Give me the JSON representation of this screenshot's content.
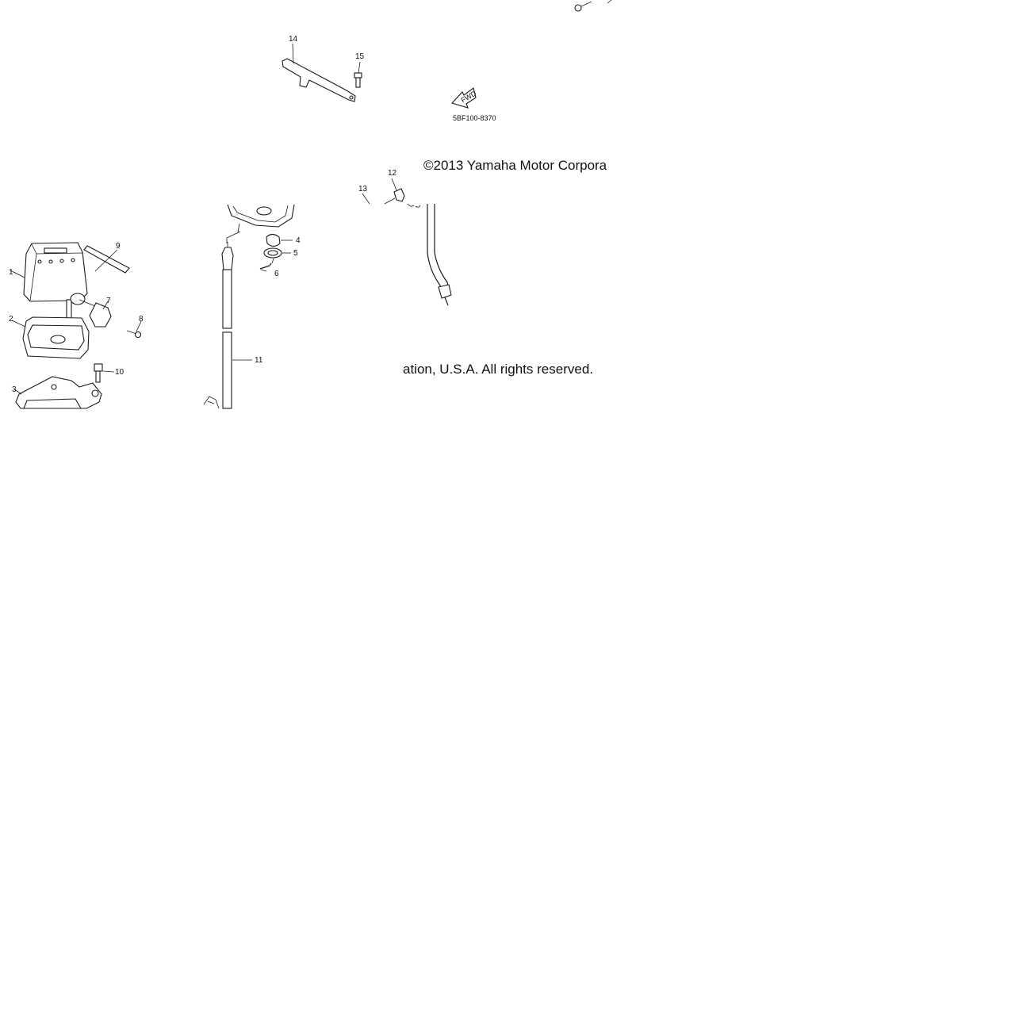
{
  "diagram": {
    "code": "5BF100-8370",
    "fwd_label": "FWD",
    "copyright_top": "©2013 Yamaha Motor Corpora",
    "copyright_bottom": "ation, U.S.A. All rights reserved.",
    "callouts": [
      "1",
      "2",
      "3",
      "4",
      "5",
      "6",
      "7",
      "8",
      "9",
      "10",
      "11",
      "12",
      "13",
      "14",
      "15"
    ]
  }
}
